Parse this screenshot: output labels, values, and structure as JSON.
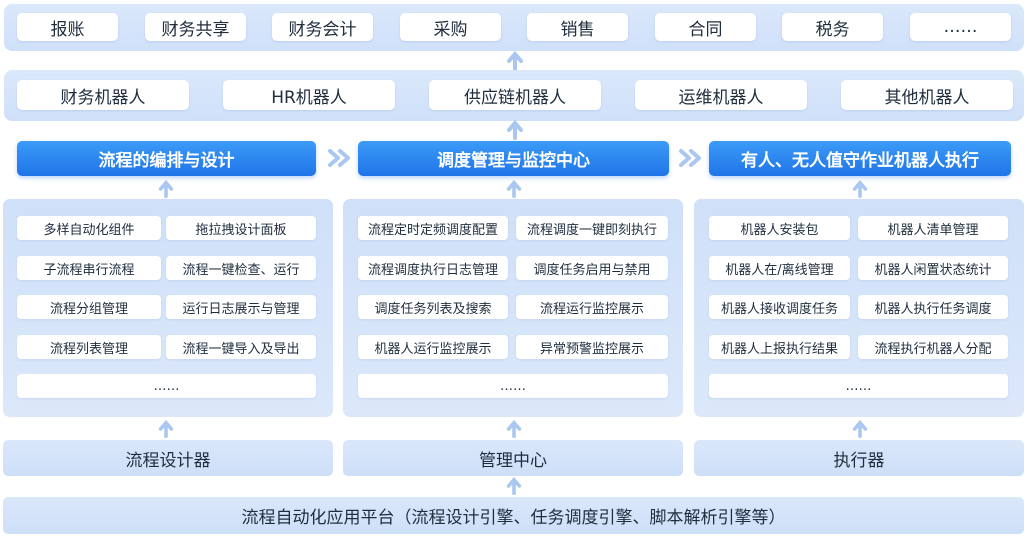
{
  "top_modules": [
    "报账",
    "财务共享",
    "财务会计",
    "采购",
    "销售",
    "合同",
    "税务",
    "……"
  ],
  "robots": [
    "财务机器人",
    "HR机器人",
    "供应链机器人",
    "运维机器人",
    "其他机器人"
  ],
  "headers": {
    "design": "流程的编排与设计",
    "schedule": "调度管理与监控中心",
    "execute": "有人、无人值守作业机器人执行"
  },
  "design_items": [
    "多样自动化组件",
    "拖拉拽设计面板",
    "子流程串行流程",
    "流程一键检查、运行",
    "流程分组管理",
    "运行日志展示与管理",
    "流程列表管理",
    "流程一键导入及导出"
  ],
  "schedule_items": [
    "流程定时定频调度配置",
    "流程调度一键即刻执行",
    "流程调度执行日志管理",
    "调度任务启用与禁用",
    "调度任务列表及搜索",
    "流程运行监控展示",
    "机器人运行监控展示",
    "异常预警监控展示"
  ],
  "execute_items": [
    "机器人安装包",
    "机器人清单管理",
    "机器人在/离线管理",
    "机器人闲置状态统计",
    "机器人接收调度任务",
    "机器人执行任务调度",
    "机器人上报执行结果",
    "流程执行机器人分配"
  ],
  "ellipsis": "……",
  "footers": {
    "designer": "流程设计器",
    "manager": "管理中心",
    "executor": "执行器"
  },
  "platform": "流程自动化应用平台（流程设计引擎、任务调度引擎、脚本解析引擎等）",
  "colors": {
    "accent": "#1f74e8",
    "arrow": "#a9c7f1",
    "band": "#d6e5fa"
  }
}
